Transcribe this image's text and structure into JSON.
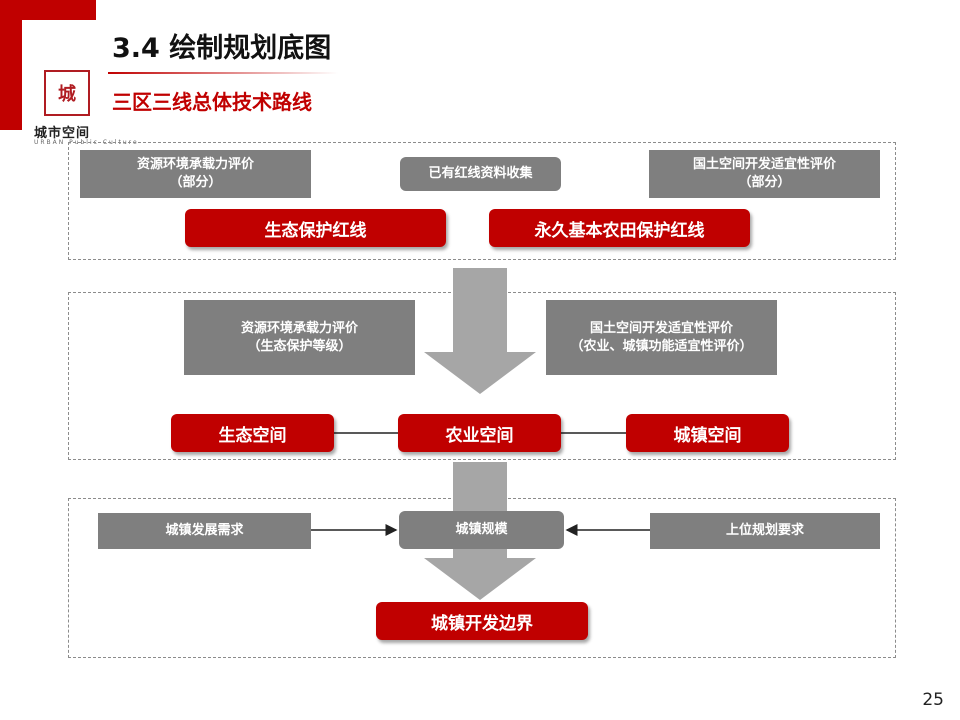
{
  "header": {
    "logo_chars": "城",
    "logo_text": "城市空间",
    "logo_sub": "URBAN Public Culture",
    "title": "3.4 绘制规划底图",
    "subtitle": "三区三线总体技术路线"
  },
  "panel1": {
    "resource_eval": "资源环境承载力评价\n（部分）",
    "collect": "已有红线资料收集",
    "land_eval": "国土空间开发适宜性评价\n（部分）",
    "eco_redline": "生态保护红线",
    "farmland_redline": "永久基本农田保护红线"
  },
  "panel2": {
    "resource_eval": "资源环境承载力评价\n（生态保护等级）",
    "land_eval": "国土空间开发适宜性评价\n（农业、城镇功能适宜性评价）",
    "eco_space": "生态空间",
    "agri_space": "农业空间",
    "urban_space": "城镇空间"
  },
  "panel3": {
    "demand": "城镇发展需求",
    "scale": "城镇规模",
    "upper_plan": "上位规划要求",
    "boundary": "城镇开发边界"
  },
  "page_number": "25",
  "colors": {
    "accent": "#c00000",
    "gray_box": "#7f7f7f",
    "arrow": "#a6a6a6"
  }
}
